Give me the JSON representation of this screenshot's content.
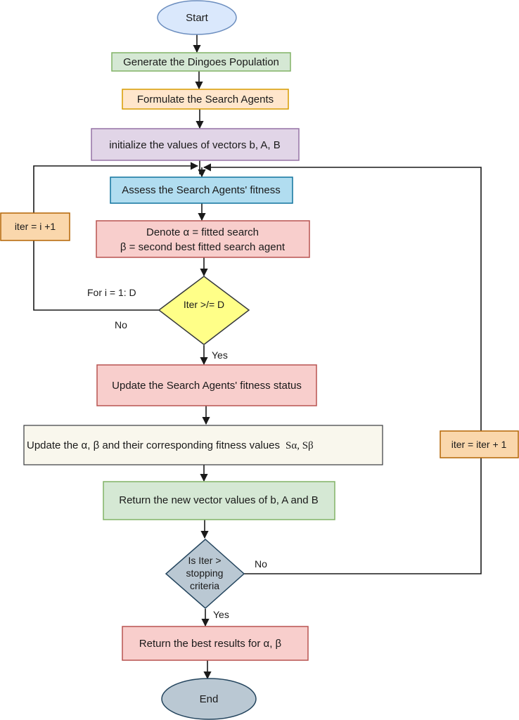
{
  "nodes": {
    "start": "Start",
    "generate": "Generate the Dingoes Population",
    "formulate": "Formulate the Search Agents",
    "initialize": "initialize the values of vectors b, A, B",
    "assess": "Assess the Search Agents' fitness",
    "denote_line1": "Denote α = fitted search",
    "denote_line2": "β = second best fitted search agent",
    "decision1": "Iter >/= D",
    "update_status": "Update the Search Agents' fitness status",
    "update_alpha_beta": "Update the α, β and their corresponding fitness values",
    "update_alpha_beta_symbols": "Sα, Sβ",
    "return_vectors": "Return the new vector values of b, A and B",
    "decision2_line1": "Is Iter >",
    "decision2_line2": "stopping",
    "decision2_line3": "criteria",
    "return_best": "Return the best results for α, β",
    "end": "End"
  },
  "side_boxes": {
    "iter_i": "iter = i +1",
    "iter_iter": "iter = iter + 1"
  },
  "edge_labels": {
    "for_loop": "For i = 1: D",
    "no_1": "No",
    "yes_1": "Yes",
    "no_2": "No",
    "yes_2": "Yes"
  },
  "colors": {
    "start_fill": "#dae8fc",
    "start_stroke": "#6c8ebf",
    "green_fill": "#d5e8d4",
    "green_stroke": "#82b366",
    "orange_fill": "#ffe6cc",
    "orange_stroke": "#d79b00",
    "purple_fill": "#e1d5e7",
    "purple_stroke": "#9673a6",
    "blue_fill": "#b1ddf0",
    "blue_stroke": "#10739e",
    "red_fill": "#f8cecc",
    "red_stroke": "#b85450",
    "yellow_fill": "#ffff88",
    "yellow_stroke": "#36393d",
    "cream_fill": "#f9f7ed",
    "cream_stroke": "#36393d",
    "steel_fill": "#bac8d3",
    "steel_stroke": "#23445d",
    "side_fill": "#fad7ac",
    "side_stroke": "#b46504"
  }
}
